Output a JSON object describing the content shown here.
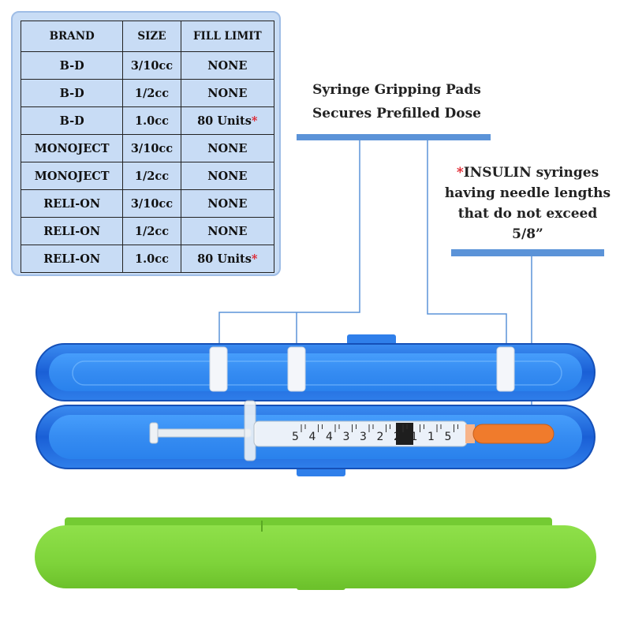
{
  "table": {
    "headers": [
      "BRAND",
      "SIZE",
      "FILL LIMIT"
    ],
    "rows": [
      {
        "brand": "B-D",
        "size": "3/10cc",
        "fill": "NONE",
        "star": ""
      },
      {
        "brand": "B-D",
        "size": "1/2cc",
        "fill": "NONE",
        "star": ""
      },
      {
        "brand": "B-D",
        "size": "1.0cc",
        "fill": "80 Units",
        "star": "*"
      },
      {
        "brand": "MONOJECT",
        "size": "3/10cc",
        "fill": "NONE",
        "star": ""
      },
      {
        "brand": "MONOJECT",
        "size": "1/2cc",
        "fill": "NONE",
        "star": ""
      },
      {
        "brand": "RELI-ON",
        "size": "3/10cc",
        "fill": "NONE",
        "star": ""
      },
      {
        "brand": "RELI-ON",
        "size": "1/2cc",
        "fill": "NONE",
        "star": ""
      },
      {
        "brand": "RELI-ON",
        "size": "1.0cc",
        "fill": "80 Units",
        "star": "*"
      }
    ]
  },
  "callouts": {
    "grip_line1": "Syringe Gripping Pads",
    "grip_line2": "Secures Prefilled Dose",
    "insulin_star": "*",
    "insulin_text": "INSULIN syringes having needle lengths that do not exceed 5/8”"
  },
  "colors": {
    "case_blue": "#1e6fe0",
    "case_green": "#7ed33a",
    "callout_bar": "#5b93d8",
    "needle_cap": "#f07b2c",
    "star_red": "#e0202a"
  },
  "syringe_marks": [
    "5",
    "4",
    "4",
    "3",
    "3",
    "2",
    "2",
    "1",
    "1",
    "5"
  ]
}
